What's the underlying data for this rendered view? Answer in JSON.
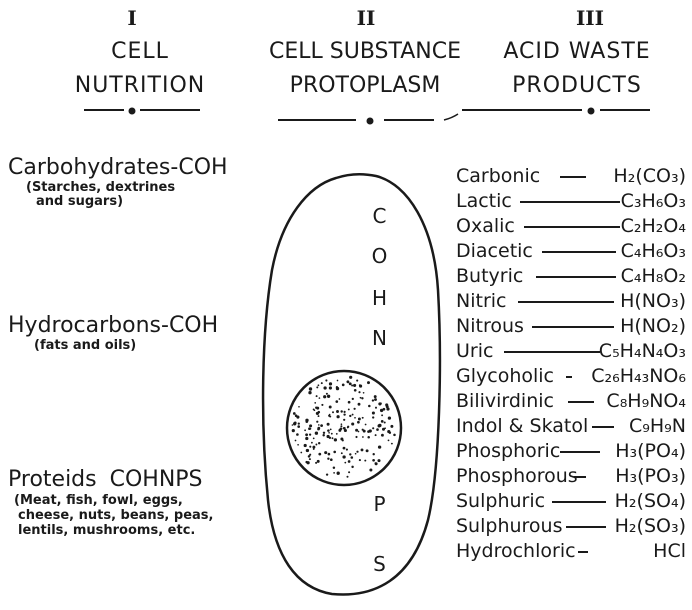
{
  "headers": {
    "col1": {
      "roman": "I",
      "line1": "CELL",
      "line2": "NUTRITION"
    },
    "col2": {
      "roman": "II",
      "line1": "CELL SUBSTANCE",
      "line2": "PROTOPLASM"
    },
    "col3": {
      "roman": "III",
      "line1": "ACID WASTE",
      "line2": "PRODUCTS"
    }
  },
  "nutrition": [
    {
      "title": "Carbohydrates-COH",
      "sub": [
        "(Starches, dextrines",
        "and sugars)"
      ]
    },
    {
      "title": "Hydrocarbons-COH",
      "sub": [
        "(fats and oils)"
      ]
    },
    {
      "title": "Proteids COHNPS",
      "sub": [
        "(Meat, fish, fowl, eggs,",
        "cheese, nuts, beans, peas,",
        "lentils, mushrooms, etc."
      ]
    }
  ],
  "cell_letters": [
    "C",
    "O",
    "H",
    "N",
    "P",
    "S"
  ],
  "acids": [
    {
      "name": "Carbonic",
      "formula": "H₂(CO₃)"
    },
    {
      "name": "Lactic",
      "formula": "C₃H₆O₃"
    },
    {
      "name": "Oxalic",
      "formula": "C₂H₂O₄"
    },
    {
      "name": "Diacetic",
      "formula": "C₄H₆O₃"
    },
    {
      "name": "Butyric",
      "formula": "C₄H₈O₂"
    },
    {
      "name": "Nitric",
      "formula": "H(NO₃)"
    },
    {
      "name": "Nitrous",
      "formula": "H(NO₂)"
    },
    {
      "name": "Uric",
      "formula": "C₅H₄N₄O₃"
    },
    {
      "name": "Glycoholic",
      "formula": "C₂₆H₄₃NO₆"
    },
    {
      "name": "Bilivirdinic",
      "formula": "C₈H₉NO₄"
    },
    {
      "name": "Indol & Skatol",
      "formula": "C₉H₉N"
    },
    {
      "name": "Phosphoric",
      "formula": "H₃(PO₄)"
    },
    {
      "name": "Phosphorous",
      "formula": "H₃(PO₃)"
    },
    {
      "name": "Sulphuric",
      "formula": "H₂(SO₄)"
    },
    {
      "name": "Sulphurous",
      "formula": "H₂(SO₃)"
    },
    {
      "name": "Hydrochloric",
      "formula": "HCl"
    }
  ]
}
